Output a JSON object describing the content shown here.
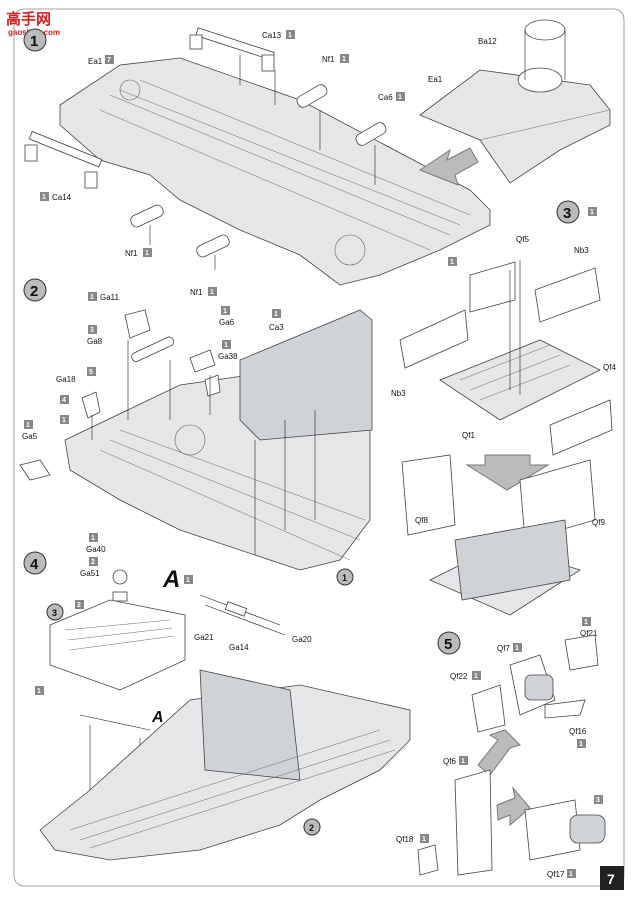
{
  "watermark": {
    "logo_text": "高手网",
    "site": "gaoshou.com"
  },
  "page_number": "7",
  "steps": [
    {
      "number": "1",
      "labels": {
        "Ea1": {
          "text": "Ea1",
          "qty": "7"
        },
        "Ca13": {
          "text": "Ca13",
          "qty": "1"
        },
        "Nf1_top": {
          "text": "Nf1",
          "qty": "1"
        },
        "Ba12": {
          "text": "Ba12"
        },
        "Ea1_cover": {
          "text": "Ea1"
        },
        "Ca6": {
          "text": "Ca6",
          "qty": "1"
        },
        "Ca14": {
          "text": "Ca14",
          "qty": "1"
        },
        "Nf1_mid": {
          "text": "Nf1",
          "qty": "1"
        },
        "Nf1_low": {
          "text": "Nf1",
          "qty": "1"
        },
        "hull_qty": "1"
      }
    },
    {
      "number": "2",
      "labels": {
        "Ga11": {
          "text": "Ga11",
          "qty": "1"
        },
        "Ga6": {
          "text": "Ga6",
          "qty": "1"
        },
        "Ca3": {
          "text": "Ca3",
          "qty": "1"
        },
        "Ga8": {
          "text": "Ga8",
          "qty": "3"
        },
        "Ga38": {
          "text": "Ga38",
          "qty": "1"
        },
        "Ga18": {
          "text": "Ga18",
          "qty": "5"
        },
        "q4": "4",
        "q1": "1",
        "Ga5": {
          "text": "Ga5",
          "qty": "1"
        },
        "ref": "1"
      }
    },
    {
      "number": "3",
      "labels": {
        "step_qty": "1",
        "Qf5": "Qf5",
        "Nb3_right": "Nb3",
        "Nb3_left": "Nb3",
        "Qf4": "Qf4",
        "Qf1": "Qf1",
        "Qf8": "Qf8",
        "Qf9": "Qf9"
      }
    },
    {
      "number": "4",
      "labels": {
        "Ga40": {
          "text": "Ga40",
          "qty": "1"
        },
        "Ga51": {
          "text": "Ga51",
          "qty": "2"
        },
        "A_big": "A",
        "A_qty": "1",
        "Ga21": "Ga21",
        "Ga14": "Ga14",
        "Ga20": "Ga20",
        "ref3": "3",
        "tray_qty": "2",
        "tray_qty2": "1",
        "A_small": "A",
        "ref2": "2"
      }
    },
    {
      "number": "5",
      "labels": {
        "Qf7": {
          "text": "Qf7",
          "qty": "1"
        },
        "Qf21": {
          "text": "Qf21",
          "qty": "1"
        },
        "Qf22": {
          "text": "Qf22",
          "qty": "1"
        },
        "Qf16": {
          "text": "Qf16",
          "qty": "1"
        },
        "Qf6": {
          "text": "Qf6",
          "qty": "1"
        },
        "Qf18": {
          "text": "Qf18",
          "qty": "1"
        },
        "Qf17": {
          "text": "Qf17",
          "qty": "1"
        },
        "q3": "3"
      }
    }
  ]
}
